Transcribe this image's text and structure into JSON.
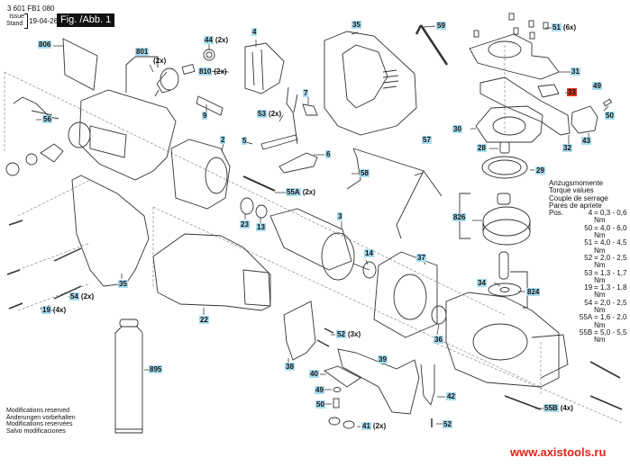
{
  "header": {
    "doc_number": "3 601 FB1 080",
    "issue_label": "Issue",
    "stand_label": "Stand",
    "date": "19-04-26",
    "figure_title": "Fig. /Abb. 1"
  },
  "colors": {
    "label_highlight": "#a9dcef",
    "label_highlight_special": "#d8361b",
    "watermark": "#e2231a",
    "line": "#333333"
  },
  "parts": [
    {
      "id": "806",
      "qty": ""
    },
    {
      "id": "801",
      "qty": ""
    },
    {
      "id": "801-sub",
      "qty": "(2x)"
    },
    {
      "id": "44",
      "qty": "(2x)"
    },
    {
      "id": "810",
      "qty": "(2x)"
    },
    {
      "id": "4",
      "qty": ""
    },
    {
      "id": "35",
      "qty": ""
    },
    {
      "id": "59",
      "qty": ""
    },
    {
      "id": "51",
      "qty": "(6x)"
    },
    {
      "id": "31",
      "qty": ""
    },
    {
      "id": "33",
      "qty": "",
      "special": true
    },
    {
      "id": "49",
      "qty": ""
    },
    {
      "id": "50",
      "qty": ""
    },
    {
      "id": "30",
      "qty": ""
    },
    {
      "id": "32",
      "qty": ""
    },
    {
      "id": "43",
      "qty": ""
    },
    {
      "id": "28",
      "qty": ""
    },
    {
      "id": "29",
      "qty": ""
    },
    {
      "id": "9",
      "qty": ""
    },
    {
      "id": "7",
      "qty": ""
    },
    {
      "id": "53",
      "qty": "(2x)"
    },
    {
      "id": "56",
      "qty": ""
    },
    {
      "id": "2",
      "qty": ""
    },
    {
      "id": "5",
      "qty": ""
    },
    {
      "id": "6",
      "qty": ""
    },
    {
      "id": "58",
      "qty": ""
    },
    {
      "id": "57",
      "qty": ""
    },
    {
      "id": "55A",
      "qty": "(2x)"
    },
    {
      "id": "826",
      "qty": ""
    },
    {
      "id": "23",
      "qty": ""
    },
    {
      "id": "13",
      "qty": ""
    },
    {
      "id": "3",
      "qty": ""
    },
    {
      "id": "14",
      "qty": ""
    },
    {
      "id": "37",
      "qty": ""
    },
    {
      "id": "34",
      "qty": ""
    },
    {
      "id": "824",
      "qty": ""
    },
    {
      "id": "35",
      "qty": ""
    },
    {
      "id": "54",
      "qty": "(2x)"
    },
    {
      "id": "19",
      "qty": "(4x)"
    },
    {
      "id": "22",
      "qty": ""
    },
    {
      "id": "36",
      "qty": ""
    },
    {
      "id": "52",
      "qty": "(3x)"
    },
    {
      "id": "38",
      "qty": ""
    },
    {
      "id": "39",
      "qty": ""
    },
    {
      "id": "895",
      "qty": ""
    },
    {
      "id": "40",
      "qty": ""
    },
    {
      "id": "49",
      "qty": ""
    },
    {
      "id": "50",
      "qty": ""
    },
    {
      "id": "42",
      "qty": ""
    },
    {
      "id": "41",
      "qty": "(2x)"
    },
    {
      "id": "52",
      "qty": ""
    },
    {
      "id": "55B",
      "qty": "(4x)"
    }
  ],
  "torque": {
    "titles": [
      "Anzugsmomente",
      "Torque values",
      "Couple de serrage",
      "Pares de apriete"
    ],
    "pos_label": "Pos.",
    "rows": [
      {
        "pos": "4",
        "value": "= 0,3 - 0,6 Nm"
      },
      {
        "pos": "50",
        "value": "= 4,0 - 6,0 Nm"
      },
      {
        "pos": "51",
        "value": "= 4,0 - 4,5 Nm"
      },
      {
        "pos": "52",
        "value": "= 2,0 - 2,5 Nm"
      },
      {
        "pos": "53",
        "value": "= 1,3 - 1,7 Nm"
      },
      {
        "pos": "19",
        "value": "= 1,3 - 1,8 Nm"
      },
      {
        "pos": "54",
        "value": "= 2,0 - 2,5 Nm"
      },
      {
        "pos": "55A",
        "value": "= 1,6 - 2,0 Nm"
      },
      {
        "pos": "55B",
        "value": "= 5,0 - 5,5 Nm"
      }
    ]
  },
  "footer": {
    "modifications": [
      "Modifications reserved",
      "Änderungen vorbehalten",
      "Modifications reservées",
      "Salvo modificaciones"
    ],
    "watermark": "www.axistools.ru"
  }
}
